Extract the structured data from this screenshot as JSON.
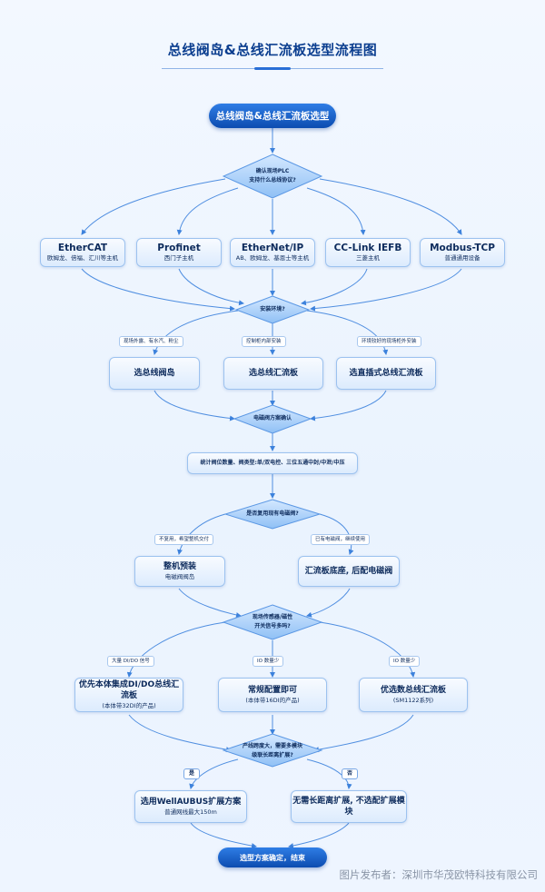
{
  "title": "总线阀岛&总线汇流板选型流程图",
  "start": "总线阀岛&总线汇流板选型",
  "q1": {
    "line1": "确认现场PLC",
    "line2": "支持什么总线协议?"
  },
  "protocols": [
    {
      "name": "EtherCAT",
      "sub": "欧姆龙、倍福、汇川等主机"
    },
    {
      "name": "Profinet",
      "sub": "西门子主机"
    },
    {
      "name": "EtherNet/IP",
      "sub": "AB、欧姆龙、基恩士等主机"
    },
    {
      "name": "CC-Link IEFB",
      "sub": "三菱主机"
    },
    {
      "name": "Modbus-TCP",
      "sub": "普通通用设备"
    }
  ],
  "q2": "安装环境?",
  "env_tags": [
    "现场外露、有水汽、粉尘",
    "控制柜内部安装",
    "环境较好的现场柜外安装"
  ],
  "env_boxes": [
    "选总线阀岛",
    "选总线汇流板",
    "选直插式总线汇流板"
  ],
  "q3": "电磁阀方案确认",
  "count_box": "统计阀位数量、阀类型:单/双电控、三位五通中封/中泄/中压",
  "q4": "是否复用现有电磁阀?",
  "reuse_tags": [
    "不复用，希望整机交付",
    "已有电磁阀，继续使用"
  ],
  "reuse_boxes": [
    {
      "main": "整机预装",
      "sub": "电磁阀阀岛"
    },
    {
      "main": "汇流板底座, 后配电磁阀",
      "sub": ""
    }
  ],
  "q5": {
    "line1": "现场传感器/磁性",
    "line2": "开关信号多吗?"
  },
  "io_tags": [
    "大量 DI/DO 信号",
    "IO 数量少",
    "IO 数量少"
  ],
  "io_boxes": [
    {
      "main": "优先本体集成DI/DO总线汇流板",
      "sub": "(本体带32DI的产品)"
    },
    {
      "main": "常规配置即可",
      "sub": "(本体带16DI的产品)"
    },
    {
      "main": "优选数总线汇流板",
      "sub": "(SM1122系列)"
    }
  ],
  "q6": {
    "line1": "产线跨度大，需要多模块",
    "line2": "级联长距离扩展?"
  },
  "yes_label": "是",
  "no_label": "否",
  "ext_boxes": [
    {
      "main": "选用WellAUBUS扩展方案",
      "sub": "普通网线最大150m"
    },
    {
      "main": "无需长距离扩展, 不选配扩展模块",
      "sub": ""
    }
  ],
  "end": "选型方案确定，结束",
  "footer": "图片发布者：深圳市华茂欧特科技有限公司",
  "colors": {
    "accent": "#0c4cb0",
    "node_fill": "#e6f1fe",
    "edge": "#4f8ee0"
  }
}
